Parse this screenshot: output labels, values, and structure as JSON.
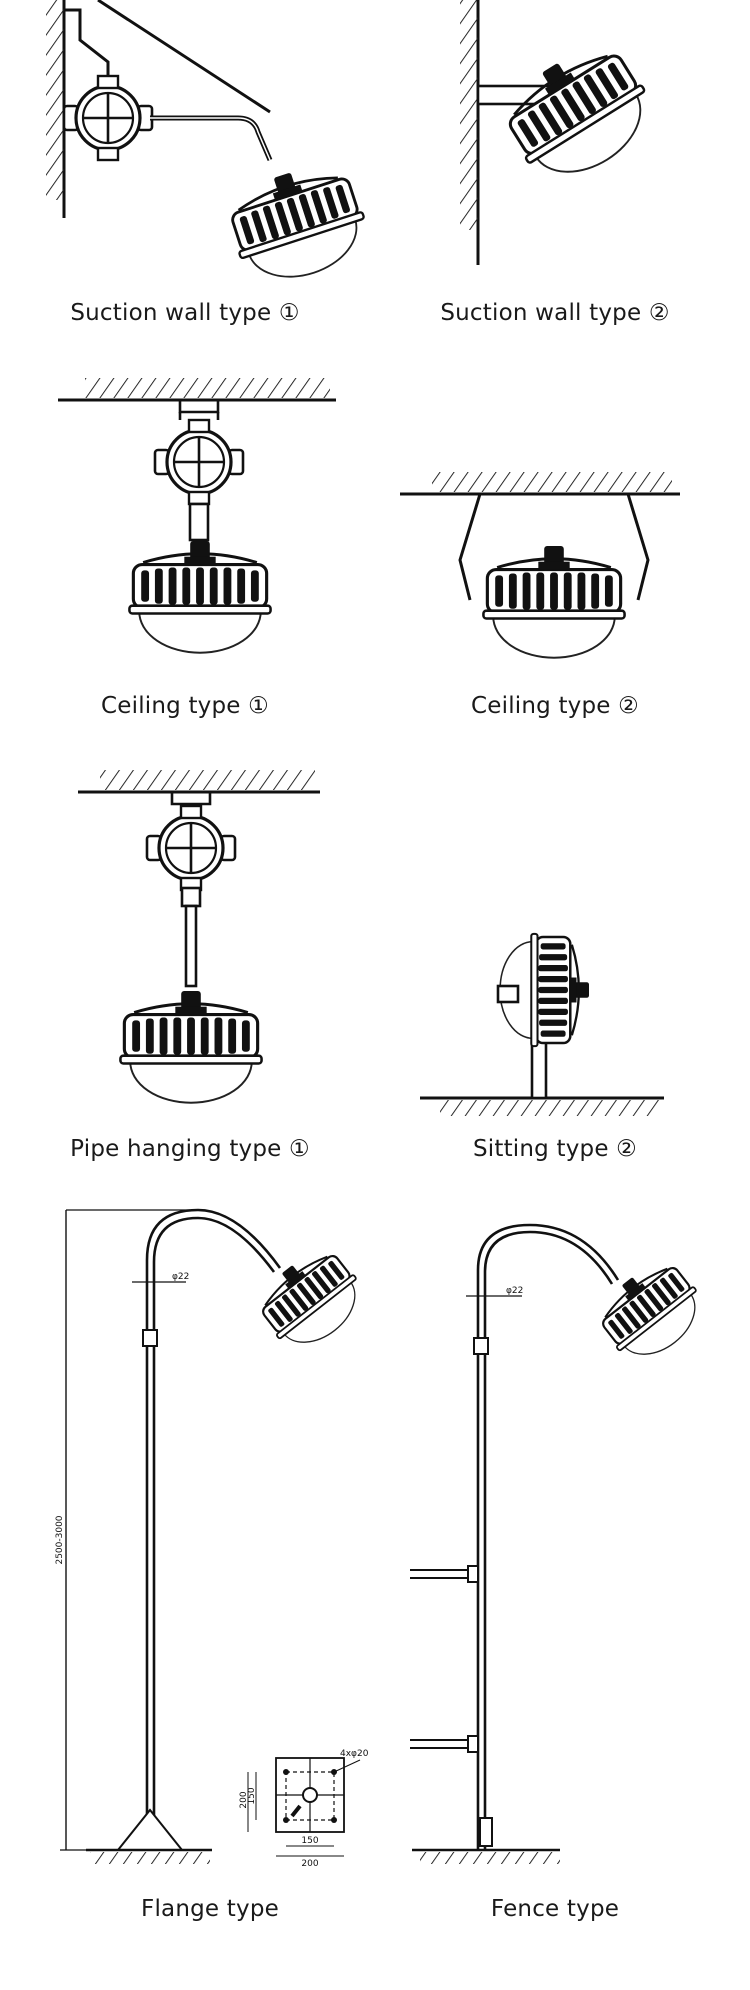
{
  "captions": {
    "suction_wall_1": "Suction wall type ①",
    "suction_wall_2": "Suction wall type ②",
    "ceiling_1": "Ceiling type ①",
    "ceiling_2": "Ceiling type ②",
    "pipe_hanging_1": "Pipe hanging type ①",
    "sitting_2": "Sitting type ②",
    "flange": "Flange type",
    "fence": "Fence type"
  },
  "dimensions": {
    "height_range": "2500-3000",
    "pipe_dia_flange": "φ22",
    "pipe_dia_fence": "φ22",
    "bolt_holes": "4xφ20",
    "plate_inner_w": "150",
    "plate_outer_w": "200",
    "plate_inner_h": "150",
    "plate_outer_h": "200"
  }
}
